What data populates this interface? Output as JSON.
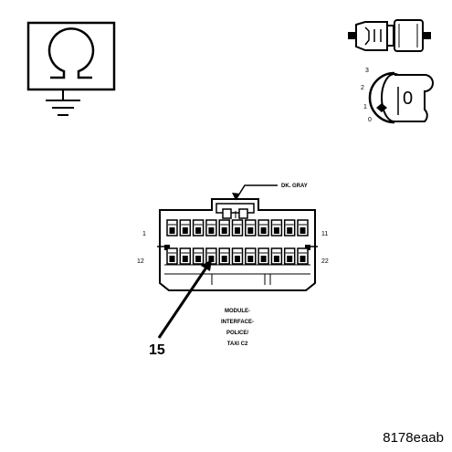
{
  "connector": {
    "color_label": "DK. GRAY",
    "pin_left_top": "1",
    "pin_left_bottom": "12",
    "pin_right_top": "11",
    "pin_right_bottom": "22",
    "callout_pin": "15",
    "module_label_lines": [
      "MODULE-",
      "INTERFACE-",
      "POLICE/",
      "TAXI C2"
    ]
  },
  "ignition": {
    "positions": [
      "3",
      "2",
      "1",
      "0"
    ],
    "key_symbol": "0"
  },
  "icons": {
    "ground_symbol": "ohm-ground-icon",
    "connector_symbol": "connector-plug-icon",
    "ignition_symbol": "ignition-switch-icon"
  },
  "figure_id": "8178eaab"
}
